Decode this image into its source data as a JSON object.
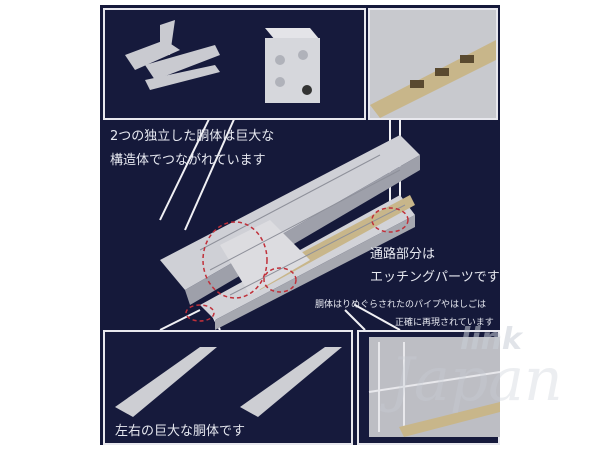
{
  "captions": {
    "connection_line1": "2つの独立した胴体は巨大な",
    "connection_line2": "構造体でつながれています",
    "walkway_line1": "通路部分は",
    "walkway_line2": "エッチングパーツです",
    "pipes_line1": "胴体はりめぐらされたのパイプやはしごは",
    "pipes_line2": "正確に再現されています",
    "hulls": "左右の巨大な胴体です"
  },
  "watermark": {
    "logo_text": "link Japan"
  },
  "colors": {
    "background": "#15193a",
    "model": "#d8d8dc",
    "etching": "#c8b68a",
    "highlight_circle": "#c0303a"
  }
}
